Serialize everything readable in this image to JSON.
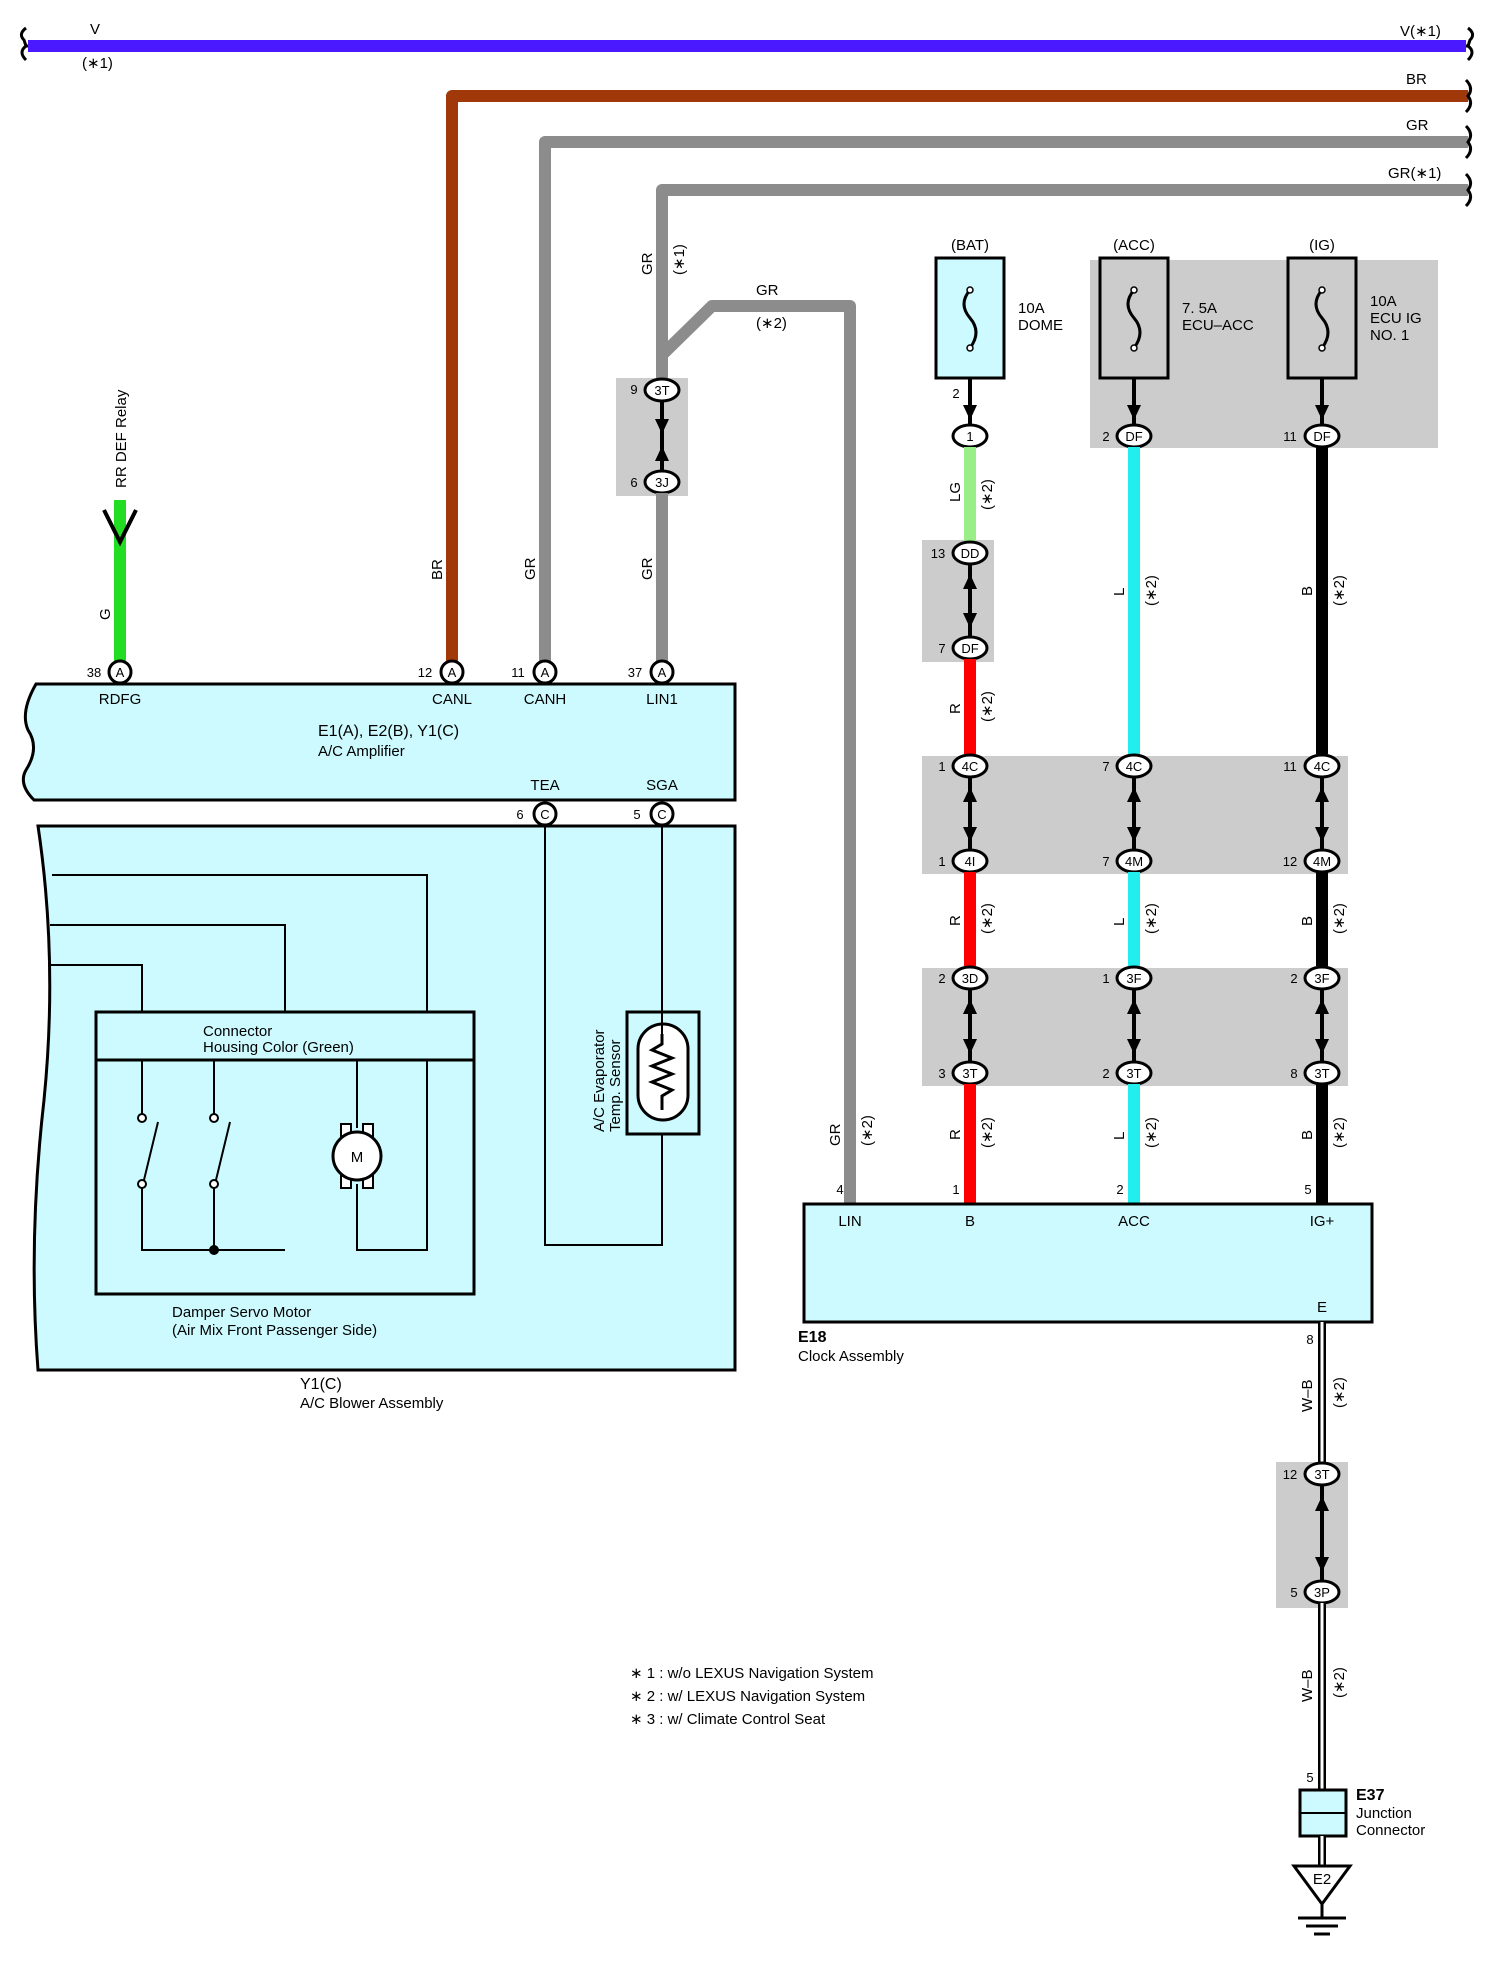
{
  "top_wires": {
    "v_left": "V",
    "v_left_note": "(∗1)",
    "v_right": "V(∗1)",
    "br": "BR",
    "gr": "GR",
    "gr_note": "GR(∗1)"
  },
  "colors": {
    "violet": "#4b19ff",
    "brown": "#a0380a",
    "gray": "#8c8c8c",
    "green": "#22dd22",
    "light_green": "#99ee88",
    "red": "#ff0000",
    "cyan": "#22eeee",
    "black": "#000000",
    "component_fill": "#ccfaff",
    "junction_gray": "#cccccc"
  },
  "rr_def": {
    "label": "RR DEF Relay",
    "wire_color": "G"
  },
  "amplifier": {
    "id": "E1(A), E2(B), Y1(C)",
    "name": "A/C Amplifier",
    "pins_top": [
      {
        "num": "38",
        "conn": "A",
        "name": "RDFG",
        "wire": "G"
      },
      {
        "num": "12",
        "conn": "A",
        "name": "CANL",
        "wire": "BR"
      },
      {
        "num": "11",
        "conn": "A",
        "name": "CANH",
        "wire": "GR"
      },
      {
        "num": "37",
        "conn": "A",
        "name": "LIN1",
        "wire": "GR"
      }
    ],
    "pins_bottom": [
      {
        "num": "6",
        "conn": "C",
        "name": "TEA"
      },
      {
        "num": "5",
        "conn": "C",
        "name": "SGA"
      }
    ]
  },
  "lin_branch": {
    "wire_top": "GR",
    "wire_top_note": "(∗1)",
    "branch_wire": "GR",
    "branch_note": "(∗2)",
    "j_top": {
      "num": "9",
      "conn": "3T"
    },
    "j_bottom": {
      "num": "6",
      "conn": "3J"
    },
    "wire_below": "GR",
    "lin_wire": "GR",
    "lin_note": "(∗2)"
  },
  "blower": {
    "id": "Y1(C)",
    "name": "A/C Blower Assembly",
    "connector_label_1": "Connector",
    "connector_label_2": "Housing Color (Green)",
    "motor_symbol": "M",
    "servo_label_1": "Damper Servo Motor",
    "servo_label_2": "(Air Mix Front Passenger Side)",
    "sensor_label_1": "A/C Evaporator",
    "sensor_label_2": "Temp. Sensor"
  },
  "fuses": [
    {
      "source": "(BAT)",
      "rating": "10A",
      "name_1": "DOME",
      "name_2": "",
      "name_3": ""
    },
    {
      "source": "(ACC)",
      "rating": "7. 5A",
      "name_1": "ECU–ACC",
      "name_2": "",
      "name_3": ""
    },
    {
      "source": "(IG)",
      "rating": "10A",
      "name_1": "ECU IG",
      "name_2": "NO. 1",
      "name_3": ""
    }
  ],
  "column_b": {
    "fuse_pin": "2",
    "out_conn": "1",
    "w1": "LG",
    "w1_note": "(∗2)",
    "j1_top": {
      "num": "13",
      "conn": "DD"
    },
    "j1_bot": {
      "num": "7",
      "conn": "DF"
    },
    "w2": "R",
    "w2_note": "(∗2)",
    "j2_top": {
      "num": "1",
      "conn": "4C"
    },
    "j2_bot": {
      "num": "1",
      "conn": "4I"
    },
    "w3": "R",
    "w3_note": "(∗2)",
    "j3_top": {
      "num": "2",
      "conn": "3D"
    },
    "j3_bot": {
      "num": "3",
      "conn": "3T"
    },
    "w4": "R",
    "w4_note": "(∗2)",
    "pin": "1",
    "pin_name": "B"
  },
  "column_acc": {
    "out": {
      "num": "2",
      "conn": "DF"
    },
    "w1": "L",
    "w1_note": "(∗2)",
    "j2_top": {
      "num": "7",
      "conn": "4C"
    },
    "j2_bot": {
      "num": "7",
      "conn": "4M"
    },
    "w3": "L",
    "w3_note": "(∗2)",
    "j3_top": {
      "num": "1",
      "conn": "3F"
    },
    "j3_bot": {
      "num": "2",
      "conn": "3T"
    },
    "w4": "L",
    "w4_note": "(∗2)",
    "pin": "2",
    "pin_name": "ACC"
  },
  "column_ig": {
    "out": {
      "num": "11",
      "conn": "DF"
    },
    "w1": "B",
    "w1_note": "(∗2)",
    "j2_top": {
      "num": "11",
      "conn": "4C"
    },
    "j2_bot": {
      "num": "12",
      "conn": "4M"
    },
    "w3": "B",
    "w3_note": "(∗2)",
    "j3_top": {
      "num": "2",
      "conn": "3F"
    },
    "j3_bot": {
      "num": "8",
      "conn": "3T"
    },
    "w4": "B",
    "w4_note": "(∗2)",
    "pin": "5",
    "pin_name": "IG+"
  },
  "clock": {
    "id": "E18",
    "name": "Clock Assembly",
    "lin_pin": "4",
    "lin_name": "LIN",
    "ground_pin_name": "E",
    "ground_pin": "8"
  },
  "ground_path": {
    "w1": "W–B",
    "w1_note": "(∗2)",
    "j_top": {
      "num": "12",
      "conn": "3T"
    },
    "j_bot": {
      "num": "5",
      "conn": "3P"
    },
    "w2": "W–B",
    "w2_note": "(∗2)",
    "junction_pin": "5",
    "junction_id": "E37",
    "junction_name_1": "Junction",
    "junction_name_2": "Connector",
    "ground_label": "E2"
  },
  "notes": [
    "∗ 1 : w/o LEXUS Navigation System",
    "∗ 2 : w/ LEXUS Navigation System",
    "∗ 3 : w/ Climate Control Seat"
  ]
}
